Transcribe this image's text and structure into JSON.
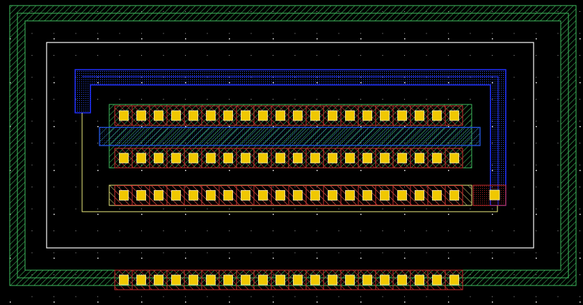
{
  "colors": {
    "background": "#000000",
    "guard_ring": "#3fbf5f",
    "boundary": "#ffffff",
    "metal2": "#2030ff",
    "diffusion": "#3fbf5f",
    "poly": "#2050d0",
    "contact_cell": "#d03030",
    "contact": "#f0c800",
    "wire": "#f0f080",
    "grid_dot": "#ffffff"
  },
  "layout": {
    "row_top_contacts": 20,
    "row_middle_contacts": 20,
    "row_lower_contacts": 20,
    "row_lower_extra_contacts": 1,
    "row_bottom_contacts": 20
  }
}
